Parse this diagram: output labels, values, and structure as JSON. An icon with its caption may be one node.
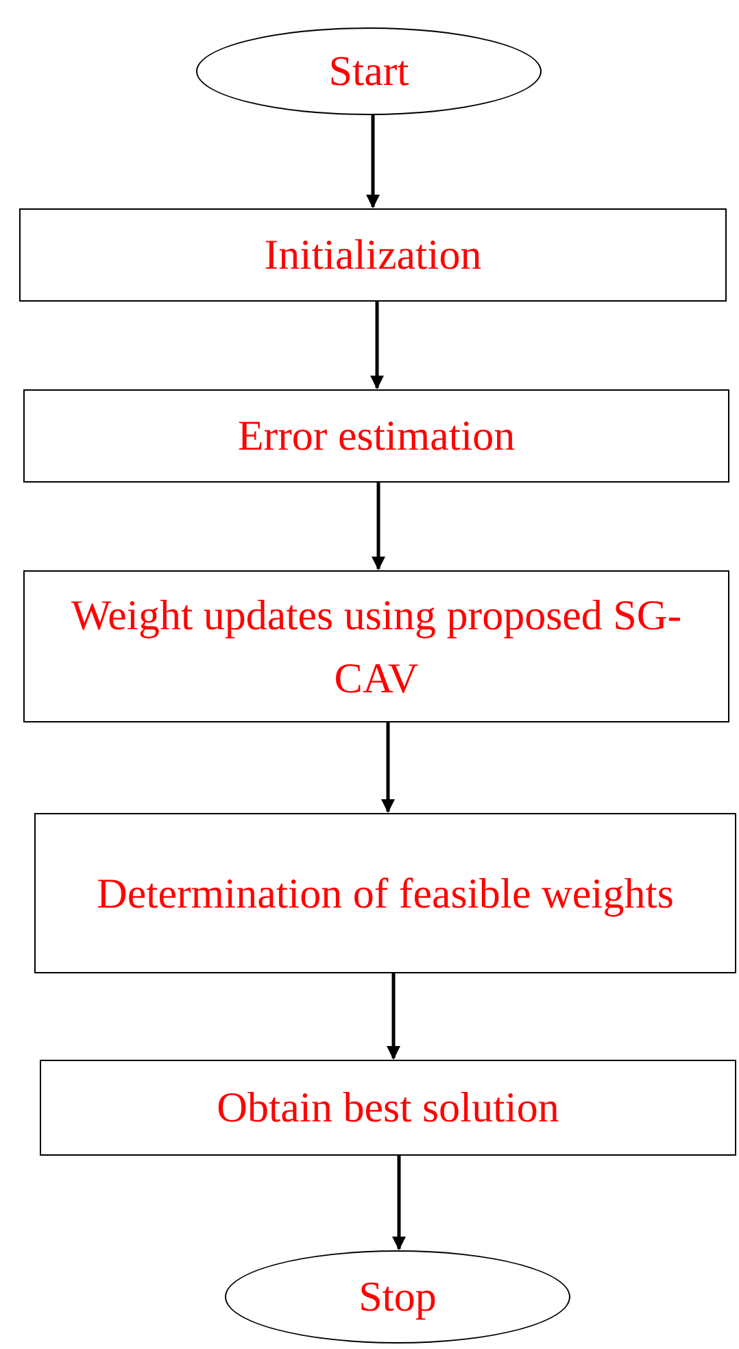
{
  "diagram": {
    "nodes": [
      {
        "text": [
          "Start"
        ]
      },
      {
        "text": [
          "Initialization"
        ]
      },
      {
        "text": [
          "Error estimation"
        ]
      },
      {
        "text": [
          "Weight updates using proposed SG-CAV"
        ]
      },
      {
        "text": [
          "Determination of feasible weights"
        ]
      },
      {
        "text": [
          "Obtain best solution"
        ]
      },
      {
        "text": [
          "Stop"
        ]
      }
    ],
    "edges": [
      {
        "from": 0,
        "to": 1,
        "arrow": "to"
      },
      {
        "from": 1,
        "to": 2,
        "arrow": "to"
      },
      {
        "from": 2,
        "to": 3,
        "arrow": "to"
      },
      {
        "from": 3,
        "to": 4,
        "arrow": "to"
      },
      {
        "from": 4,
        "to": 5,
        "arrow": "to"
      },
      {
        "from": 5,
        "to": 6,
        "arrow": "to"
      }
    ]
  }
}
